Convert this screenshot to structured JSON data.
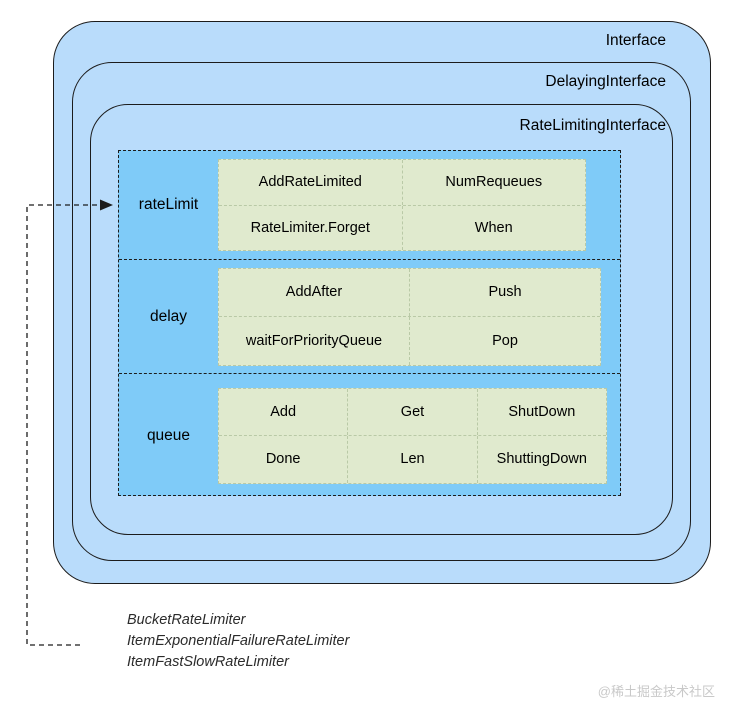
{
  "diagram": {
    "interfaces": [
      {
        "id": "interface",
        "label": "Interface"
      },
      {
        "id": "delaying",
        "label": "DelayingInterface"
      },
      {
        "id": "ratelimiting",
        "label": "RateLimitingInterface"
      }
    ],
    "groups": [
      {
        "id": "rateLimit",
        "name": "rateLimit",
        "columns": 2,
        "rows": [
          [
            "AddRateLimited",
            "NumRequeues"
          ],
          [
            "RateLimiter.Forget",
            "When"
          ]
        ]
      },
      {
        "id": "delay",
        "name": "delay",
        "columns": 2,
        "rows": [
          [
            "AddAfter",
            "Push"
          ],
          [
            "waitForPriorityQueue",
            "Pop"
          ]
        ]
      },
      {
        "id": "queue",
        "name": "queue",
        "columns": 3,
        "rows": [
          [
            "Add",
            "Get",
            "ShutDown"
          ],
          [
            "Done",
            "Len",
            "ShuttingDown"
          ]
        ]
      }
    ],
    "rate_limiters": [
      "BucketRateLimiter",
      "ItemExponentialFailureRateLimiter",
      "ItemFastSlowRateLimiter"
    ],
    "watermark": "@稀土掘金技术社区",
    "colors": {
      "interface_fill": "#b9dcfb",
      "panel_fill": "#7fcbf8",
      "method_fill": "#e0eace",
      "method_border": "#b9c9a6",
      "stroke": "#1c1c1c",
      "watermark_text": "#c9c9c9"
    }
  }
}
